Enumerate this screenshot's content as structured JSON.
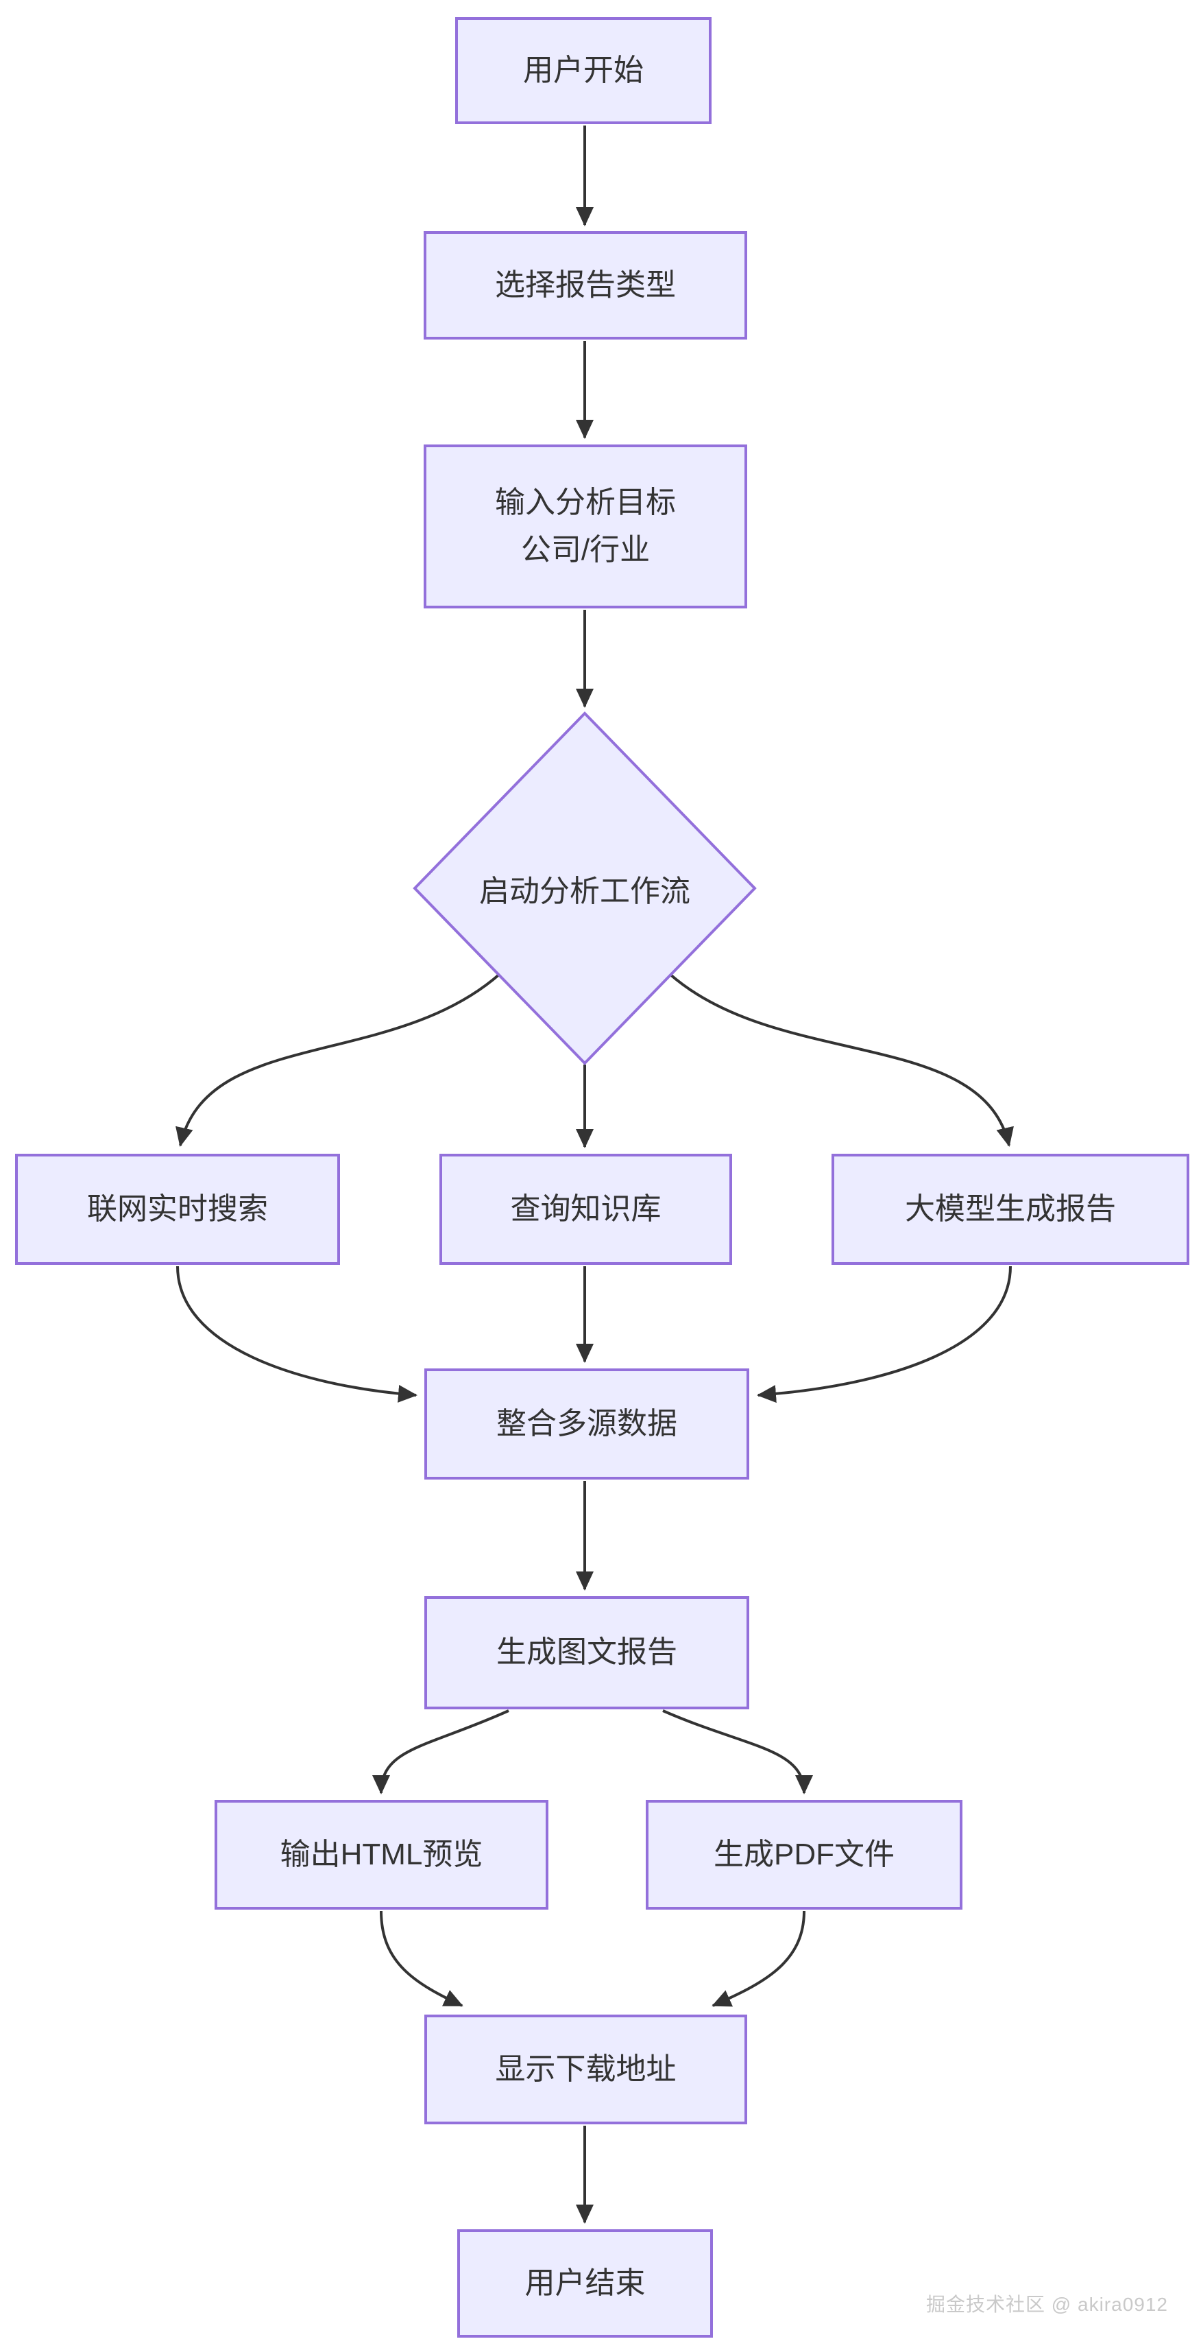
{
  "diagram": {
    "type": "flowchart",
    "direction": "top-down",
    "colors": {
      "background": "#FFFFFF",
      "node_fill": "#ECECFF",
      "node_border": "#9370DB",
      "edge": "#333333",
      "text": "#333333",
      "watermark_text": "#C9C9C9"
    },
    "nodes": [
      {
        "id": "start",
        "shape": "rect",
        "label": "用户开始"
      },
      {
        "id": "select",
        "shape": "rect",
        "label": "选择报告类型"
      },
      {
        "id": "input",
        "shape": "rect",
        "label": "输入分析目标",
        "label2": "公司/行业"
      },
      {
        "id": "workflow",
        "shape": "diamond",
        "label": "启动分析工作流"
      },
      {
        "id": "search",
        "shape": "rect",
        "label": "联网实时搜索"
      },
      {
        "id": "kb",
        "shape": "rect",
        "label": "查询知识库"
      },
      {
        "id": "llm",
        "shape": "rect",
        "label": "大模型生成报告"
      },
      {
        "id": "merge",
        "shape": "rect",
        "label": "整合多源数据"
      },
      {
        "id": "report",
        "shape": "rect",
        "label": "生成图文报告"
      },
      {
        "id": "html",
        "shape": "rect",
        "label": "输出HTML预览"
      },
      {
        "id": "pdf",
        "shape": "rect",
        "label": "生成PDF文件"
      },
      {
        "id": "download",
        "shape": "rect",
        "label": "显示下载地址"
      },
      {
        "id": "end",
        "shape": "rect",
        "label": "用户结束"
      }
    ],
    "edges": [
      {
        "from": "start",
        "to": "select"
      },
      {
        "from": "select",
        "to": "input"
      },
      {
        "from": "input",
        "to": "workflow"
      },
      {
        "from": "workflow",
        "to": "search"
      },
      {
        "from": "workflow",
        "to": "kb"
      },
      {
        "from": "workflow",
        "to": "llm"
      },
      {
        "from": "search",
        "to": "merge"
      },
      {
        "from": "kb",
        "to": "merge"
      },
      {
        "from": "llm",
        "to": "merge"
      },
      {
        "from": "merge",
        "to": "report"
      },
      {
        "from": "report",
        "to": "html"
      },
      {
        "from": "report",
        "to": "pdf"
      },
      {
        "from": "html",
        "to": "download"
      },
      {
        "from": "pdf",
        "to": "download"
      },
      {
        "from": "download",
        "to": "end"
      }
    ],
    "watermark": "掘金技术社区 @ akira0912"
  }
}
